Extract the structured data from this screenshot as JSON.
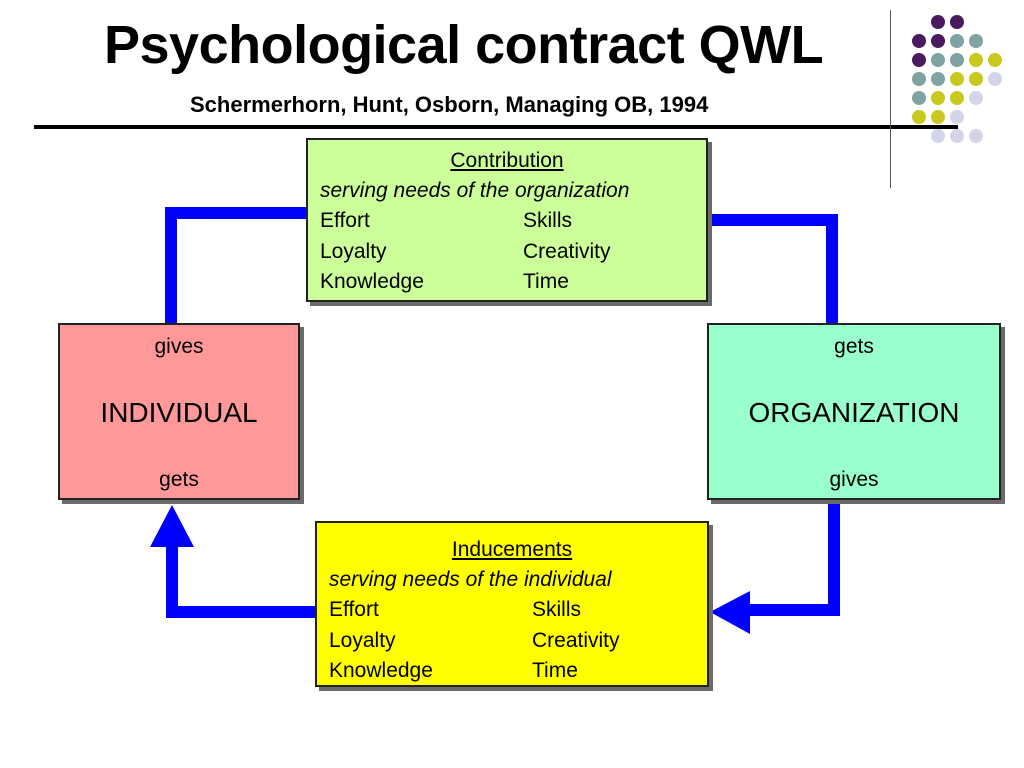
{
  "title": "Psychological contract QWL",
  "subtitle": "Schermerhorn, Hunt, Osborn, Managing OB, 1994",
  "colors": {
    "arrow": "#0000ff",
    "contribution_box": "#ccff99",
    "inducements_box": "#ffff00",
    "individual_box": "#ff9999",
    "organization_box": "#99ffcc",
    "dot_purple": "#4b1a5e",
    "dot_teal": "#7fa3a3",
    "dot_olive": "#c8c81e",
    "dot_lavender": "#d4d4e8"
  },
  "contribution": {
    "heading": "Contribution",
    "subheading": "serving needs of the organization",
    "rows": [
      [
        "Effort",
        "Skills"
      ],
      [
        "Loyalty",
        "Creativity"
      ],
      [
        "Knowledge",
        "Time"
      ]
    ]
  },
  "inducements": {
    "heading": "Inducements",
    "subheading": "serving needs of the individual",
    "rows": [
      [
        "Effort",
        "Skills"
      ],
      [
        "Loyalty",
        "Creativity"
      ],
      [
        "Knowledge",
        "Time"
      ]
    ]
  },
  "individual": {
    "top": "gives",
    "name": "INDIVIDUAL",
    "bottom": "gets"
  },
  "organization": {
    "top": "gets",
    "name": "ORGANIZATION",
    "bottom": "gives"
  }
}
